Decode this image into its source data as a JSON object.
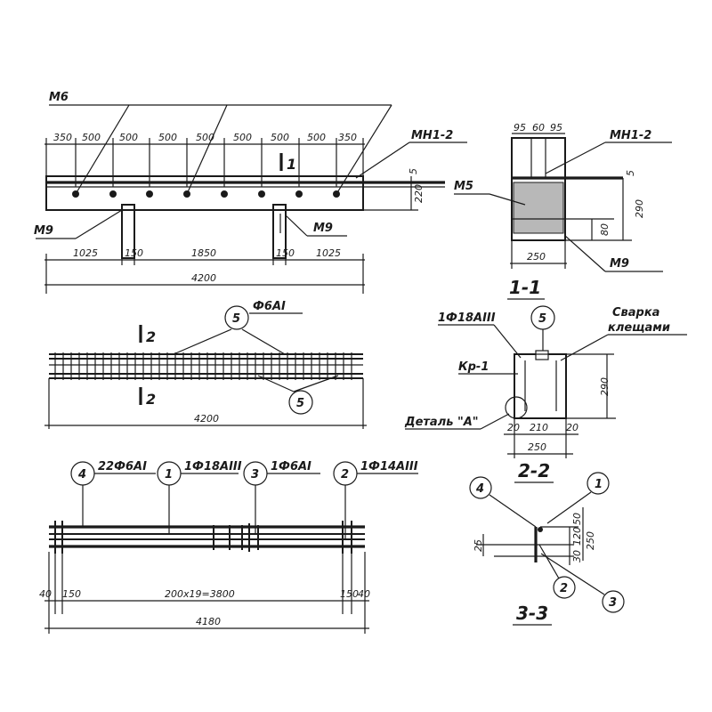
{
  "view1": {
    "marks": {
      "m6": "M6",
      "mn12": "MH1-2",
      "m9a": "M9",
      "m9b": "M9"
    },
    "top_dims": [
      "350",
      "500",
      "500",
      "500",
      "500",
      "500",
      "500",
      "500",
      "350"
    ],
    "bottom_dims": [
      "1025",
      "150",
      "1850",
      "150",
      "1025"
    ],
    "overall": "4200",
    "height_dim": "220",
    "side_small": "5",
    "section_mark": "1"
  },
  "section11": {
    "top_dims": [
      "95",
      "60",
      "95"
    ],
    "mark_mn": "MH1-2",
    "mark_m5": "M5",
    "mark_m9": "M9",
    "height": "290",
    "inner_h": "80",
    "width": "250",
    "side_small": "5",
    "title": "1-1"
  },
  "view2": {
    "rebar_label": "Ф6AI",
    "callout": "5",
    "callout2": "5",
    "section_mark_top": "2",
    "section_mark_bottom": "2",
    "overall": "4200"
  },
  "section22": {
    "rebar_label": "1Ф18AIII",
    "callout": "5",
    "weld_label_1": "Сварка",
    "weld_label_2": "клещами",
    "frame_label": "Кр-1",
    "detail_label": "Деталь \"А\"",
    "height": "290",
    "left_cover": "20",
    "inner_width": "210",
    "right_cover": "20",
    "width": "250",
    "title": "2-2"
  },
  "view3": {
    "callouts": [
      {
        "num": "4",
        "label": "22Ф6AI"
      },
      {
        "num": "1",
        "label": "1Ф18AIII"
      },
      {
        "num": "3",
        "label": "1Ф6AI"
      },
      {
        "num": "2",
        "label": "1Ф14AIII"
      }
    ],
    "dims": [
      "40",
      "150",
      "200x19=3800",
      "150",
      "40"
    ],
    "overall": "4180"
  },
  "section33": {
    "callouts": [
      "4",
      "1",
      "2",
      "3"
    ],
    "dims_right": [
      "50",
      "120",
      "30",
      "250"
    ],
    "dim_left": "25",
    "title": "3-3"
  }
}
